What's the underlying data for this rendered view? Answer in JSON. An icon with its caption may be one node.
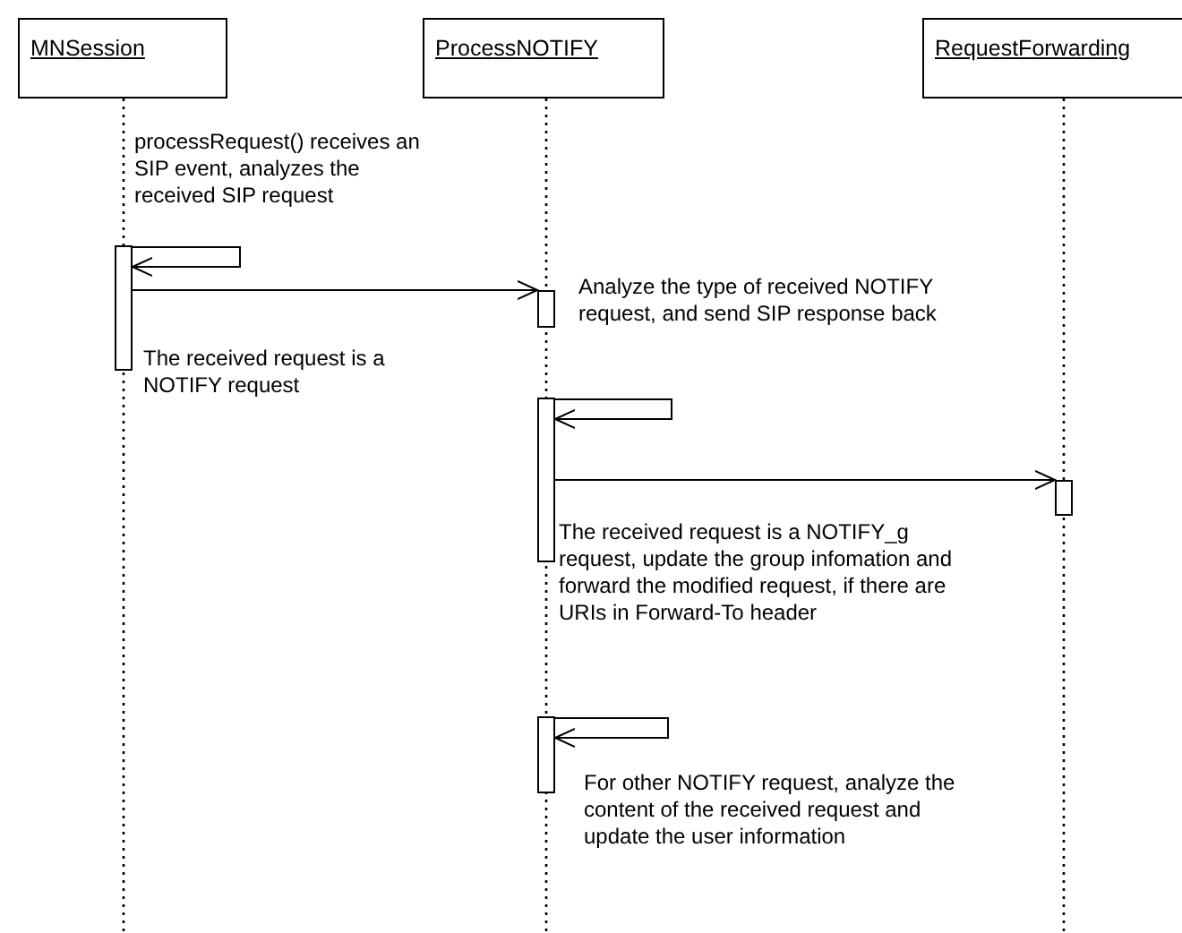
{
  "diagram": {
    "nodes": [
      {
        "text": [
          "MNSession"
        ]
      },
      {
        "text": [
          "ProcessNOTIFY"
        ]
      },
      {
        "text": [
          "RequestForwarding"
        ]
      },
      {
        "text": [],
        "shape": "bar",
        "beside": [
          "The received request is a NOTIFY request"
        ]
      },
      {
        "text": [],
        "shape": "bar",
        "beside": [
          "Analyze the type of received NOTIFY request, and send SIP response back"
        ]
      },
      {
        "text": [],
        "shape": "bar",
        "beside": [
          "The received request is a NOTIFY_g request, update the group infomation and forward the modified request, if there are URIs in Forward-To header"
        ]
      },
      {
        "text": [],
        "shape": "bar"
      },
      {
        "text": [],
        "shape": "bar",
        "beside": [
          "For other NOTIFY request, analyze the content of the received request and update the user information"
        ]
      }
    ],
    "edges": [
      {
        "from": 3,
        "to": 3,
        "arrow": "to"
      },
      {
        "from": 3,
        "to": 4,
        "arrow": "to"
      },
      {
        "from": 5,
        "to": 5,
        "arrow": "to"
      },
      {
        "from": 5,
        "to": 6,
        "arrow": "to"
      },
      {
        "from": 7,
        "to": 7,
        "arrow": "to"
      }
    ],
    "labels": [
      "processRequest() receives an SIP event, analyzes the received SIP request"
    ]
  }
}
